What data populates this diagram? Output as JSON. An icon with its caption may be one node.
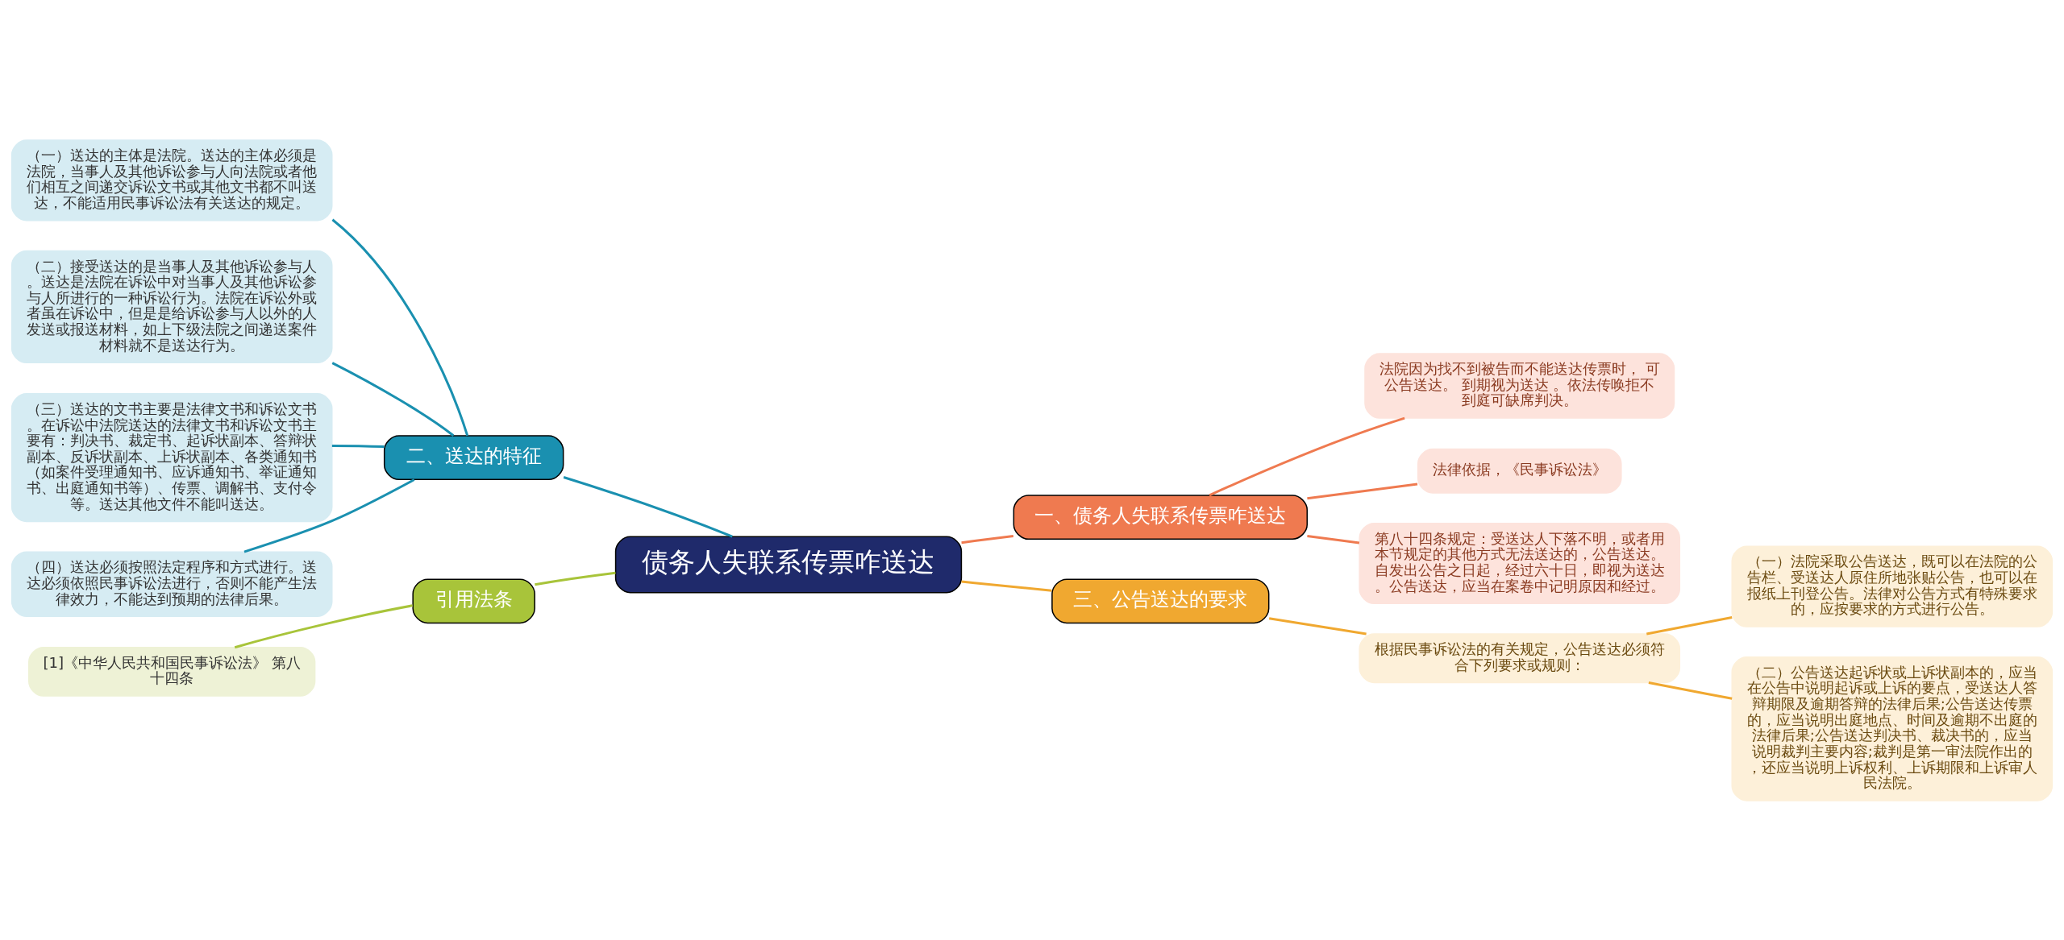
{
  "diagram": {
    "nodes": [
      {
        "text": [
          "债务人失联系传票咋送达"
        ]
      },
      {
        "text": [
          "二、送达的特征"
        ]
      },
      {
        "text": [
          "（一）送达的主体是法院。送达的主体必须是法院，当事人及其他诉讼参与人向法院或者他们相互之间递交诉讼文书或其他文书都不叫送达，不能适用民事诉讼法有关送达的规定。"
        ]
      },
      {
        "text": [
          "（二）接受送达的是当事人及其他诉讼参与人。送达是法院在诉讼中对当事人及其他诉讼参与人所进行的一种诉讼行为。法院在诉讼外或者虽在诉讼中，但是是给诉讼参与人以外的人发送或报送材料，如上下级法院之间递送案件材料就不是送达行为。"
        ]
      },
      {
        "text": [
          "（三）送达的文书主要是法律文书和诉讼文书。在诉讼中法院送达的法律文书和诉讼文书主要有：判决书、裁定书、起诉状副本、答辩状副本、反诉状副本、上诉状副本、各类通知书（如案件受理通知书、应诉通知书、举证通知书、出庭通知书等）、传票、调解书、支付令等。送达其他文件不能叫送达。"
        ]
      },
      {
        "text": [
          "（四）送达必须按照法定程序和方式进行。送达必须依照民事诉讼法进行，否则不能产生法律效力，不能达到预期的法律后果。"
        ]
      },
      {
        "text": [
          "引用法条"
        ]
      },
      {
        "text": [
          "[1]《中华人民共和国民事诉讼法》 第八十四条"
        ]
      },
      {
        "text": [
          "一、债务人失联系传票咋送达"
        ]
      },
      {
        "text": [
          "法院因为找不到被告而不能送达传票时， 可公告送达。 到期视为送达 。依法传唤拒不到庭可缺席判决。"
        ]
      },
      {
        "text": [
          "法律依据，《民事诉讼法》"
        ]
      },
      {
        "text": [
          "第八十四条规定：受送达人下落不明，或者用本节规定的其他方式无法送达的，公告送达。自发出公告之日起，经过六十日，即视为送达。公告送达，应当在案卷中记明原因和经过。"
        ]
      },
      {
        "text": [
          "三、公告送达的要求"
        ]
      },
      {
        "text": [
          "根据民事诉讼法的有关规定，公告送达必须符合下列要求或规则："
        ]
      },
      {
        "text": [
          "（一）法院采取公告送达，既可以在法院的公告栏、受送达人原住所地张贴公告，也可以在报纸上刊登公告。法律对公告方式有特殊要求的，应按要求的方式进行公告。"
        ]
      },
      {
        "text": [
          "（二）公告送达起诉状或上诉状副本的，应当在公告中说明起诉或上诉的要点，受送达人答辩期限及逾期答辩的法律后果;公告送达传票的，应当说明出庭地点、时间及逾期不出庭的法律后果;公告送达判决书、裁决书的，应当说明裁判主要内容;裁判是第一审法院作出的，还应当说明上诉权利、上诉期限和上诉审人民法院。"
        ]
      }
    ],
    "edges": [
      {
        "from": 0,
        "to": 1,
        "arrow": "none",
        "color": "#1a90b0"
      },
      {
        "from": 1,
        "to": 2,
        "arrow": "none",
        "color": "#1a90b0"
      },
      {
        "from": 1,
        "to": 3,
        "arrow": "none",
        "color": "#1a90b0"
      },
      {
        "from": 1,
        "to": 4,
        "arrow": "none",
        "color": "#1a90b0"
      },
      {
        "from": 1,
        "to": 5,
        "arrow": "none",
        "color": "#1a90b0"
      },
      {
        "from": 0,
        "to": 6,
        "arrow": "none",
        "color": "#a8c43a"
      },
      {
        "from": 6,
        "to": 7,
        "arrow": "none",
        "color": "#a8c43a"
      },
      {
        "from": 0,
        "to": 8,
        "arrow": "none",
        "color": "#ef7a50"
      },
      {
        "from": 8,
        "to": 9,
        "arrow": "none",
        "color": "#ef7a50"
      },
      {
        "from": 8,
        "to": 10,
        "arrow": "none",
        "color": "#ef7a50"
      },
      {
        "from": 8,
        "to": 11,
        "arrow": "none",
        "color": "#ef7a50"
      },
      {
        "from": 0,
        "to": 12,
        "arrow": "none",
        "color": "#f0a830"
      },
      {
        "from": 12,
        "to": 13,
        "arrow": "none",
        "color": "#f0a830"
      },
      {
        "from": 13,
        "to": 14,
        "arrow": "none",
        "color": "#f0a830"
      },
      {
        "from": 13,
        "to": 15,
        "arrow": "none",
        "color": "#f0a830"
      }
    ]
  }
}
